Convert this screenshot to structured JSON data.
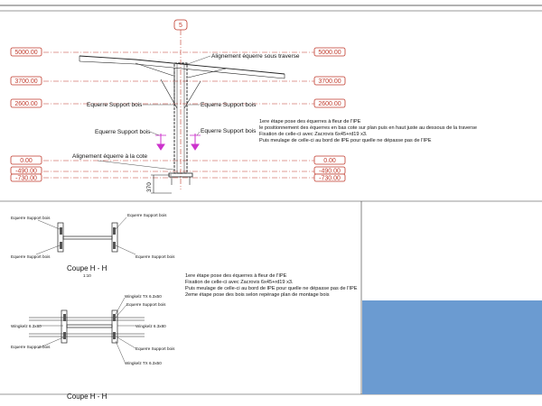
{
  "levels_left": [
    "5000.00",
    "3700.00",
    "2600.00",
    "0.00",
    "-490.00",
    "-730.00"
  ],
  "levels_right": [
    "5000.00",
    "3700.00",
    "2600.00",
    "0.00",
    "-490.00",
    "-730.00"
  ],
  "axis_marker": "5",
  "elevation_view": {
    "label_alignment_top": "Alignement équerre sous traverse",
    "label_support_left": "Equerre Support bois",
    "label_support_right": "Equerre Support bois",
    "label_support_mid_left": "Equerre Support bois",
    "label_support_mid_right": "Equerre Support bois",
    "label_alignment_cote": "Alignement équerre à la cote",
    "dimension": "370"
  },
  "note_top": [
    "1ere étape pose des équerres à fleur de l'IPE",
    "le positionnement des équerres en bas cote sur plan puis en haut juste au dessous de la traverse",
    "Fixation de celle-ci avec Zacrovis 6x45+rd19 x3.",
    "Puis meulage de celle-ci au bord de IPE pour quelle ne dépasse pas de l'IPE"
  ],
  "section1": {
    "labels": [
      "Equerre Support bois",
      "Equerre Support bois",
      "Equerre Support bois",
      "Equerre Support bois"
    ],
    "title": "Coupe H - H",
    "scale": "1:10"
  },
  "note_mid": [
    "1ere étape pose des équerres à fleur de l'IPE",
    "Fixation de celle-ci avec Zacrovis 6x45+rd19 x3.",
    "Puis meulage de celle-ci au bord de IPE pour quelle ne dépasse pas de l'IPE",
    "2eme étape pose des bois selon repérage plan de montage bois"
  ],
  "section2": {
    "wingkelz_top": "Wingkelz TX 6.3x50",
    "support_top": "Equerre Support bois",
    "wingkelz_left": "Wingkelz 6.3x80",
    "wingkelz_right": "Wingkelz 6.3x80",
    "support_bottom_left": "Equerre Support bois",
    "support_bottom_right": "Equerre Support bois",
    "wingkelz_bottom": "Wingkelz TX 6.3x50",
    "title": "Coupe H - H"
  },
  "colors": {
    "level": "#c0392b",
    "arrow": "#cc33cc",
    "panel": "#6b9bd1",
    "ink": "#222222"
  }
}
